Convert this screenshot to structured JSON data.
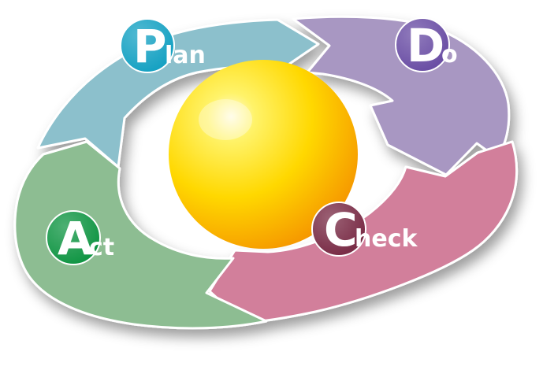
{
  "stages": [
    {
      "key": "plan",
      "initial": "P",
      "rest": "lan",
      "color": "#8cc0cc",
      "badge": "#17a2c3"
    },
    {
      "key": "do",
      "initial": "D",
      "rest": "o",
      "color": "#a897c2",
      "badge": "#6b4fa5"
    },
    {
      "key": "check",
      "initial": "C",
      "rest": "heck",
      "color": "#d27f9b",
      "badge": "#7a2d47"
    },
    {
      "key": "act",
      "initial": "A",
      "rest": "ct",
      "color": "#8dbd92",
      "badge": "#129645"
    }
  ],
  "center": {
    "color_light": "#fffbe0",
    "color_mid": "#ffd800",
    "color_dark": "#f59300"
  }
}
